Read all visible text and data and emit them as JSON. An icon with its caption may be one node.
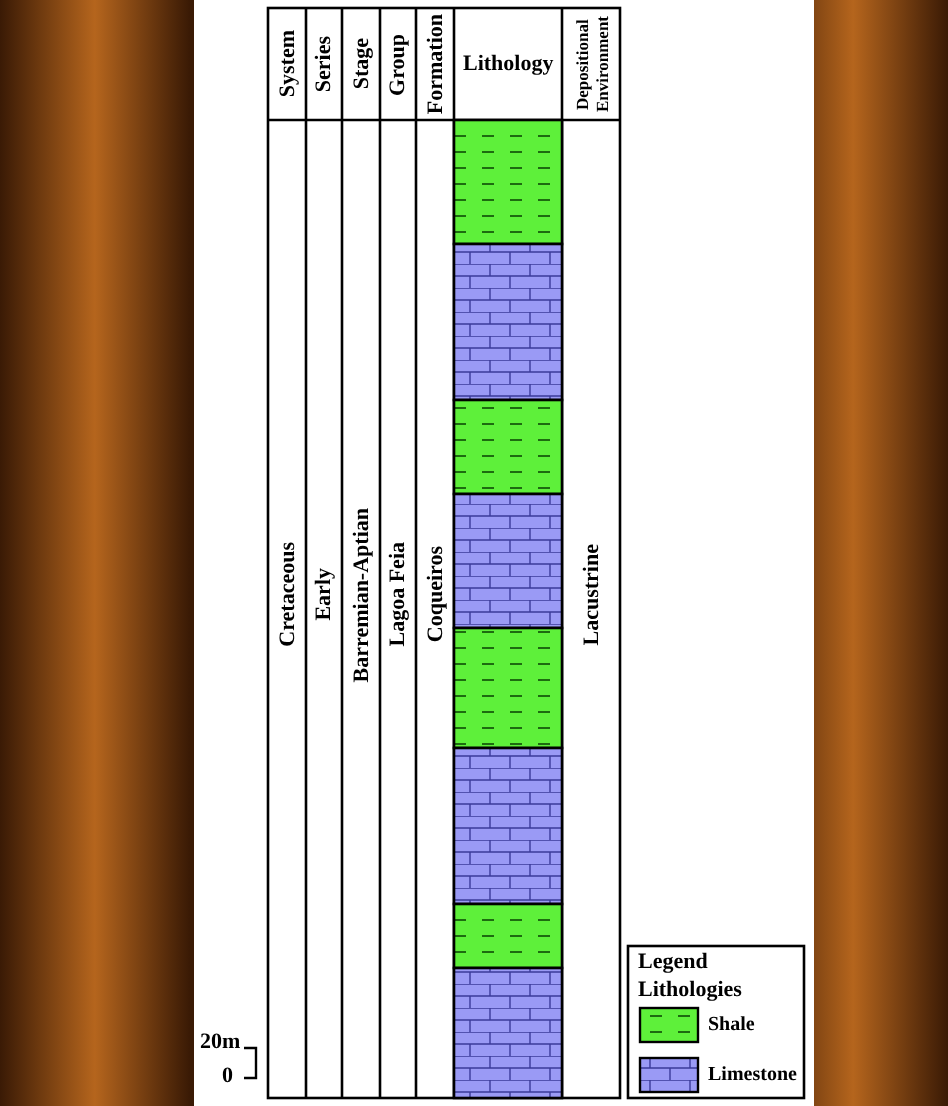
{
  "diagram": {
    "labels": [
      "System",
      "Series",
      "Stage",
      "Group",
      "Formation",
      "Lithology",
      "Depositional Environment",
      "Cretaceous",
      "Early",
      "Barremian-Aptian",
      "Lagoa Feia",
      "Coqueiros",
      "Lacustrine",
      "20m",
      "0",
      "Legend",
      "Lithologies"
    ],
    "legend": [
      {
        "text": "Shale"
      },
      {
        "text": "Limestone"
      }
    ]
  }
}
